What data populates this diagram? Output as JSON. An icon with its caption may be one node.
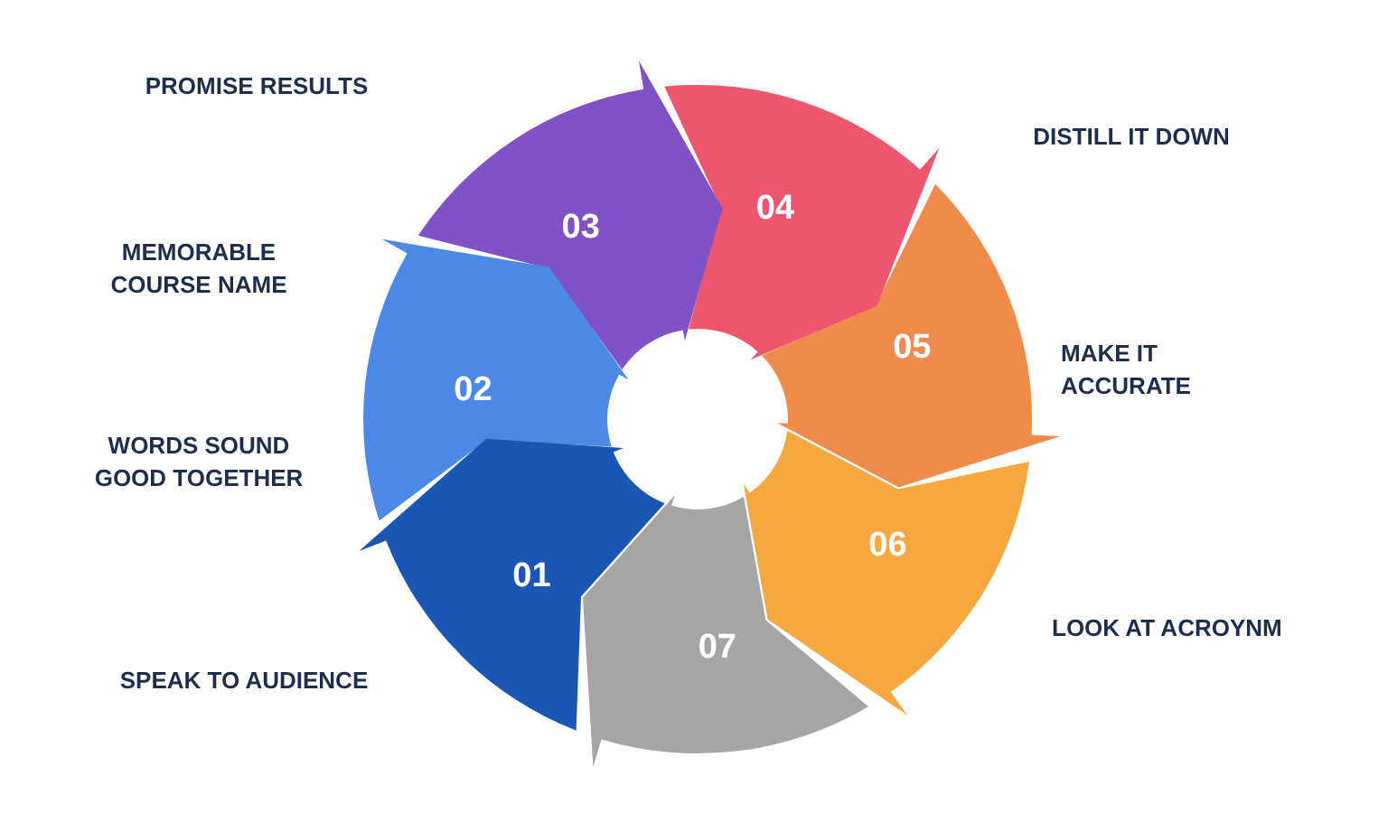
{
  "diagram": {
    "nodes": [
      {
        "text": [
          "01"
        ]
      },
      {
        "text": [
          "02"
        ]
      },
      {
        "text": [
          "03"
        ]
      },
      {
        "text": [
          "04"
        ]
      },
      {
        "text": [
          "05"
        ]
      },
      {
        "text": [
          "06"
        ]
      },
      {
        "text": [
          "07"
        ]
      }
    ],
    "labels": [
      "PROMISE RESULTS",
      "DISTILL IT DOWN",
      "MEMORABLE COURSE NAME",
      "MAKE IT ACCURATE",
      "WORDS SOUND GOOD TOGETHER",
      "LOOK AT ACROYNM",
      "SPEAK TO AUDIENCE"
    ]
  }
}
